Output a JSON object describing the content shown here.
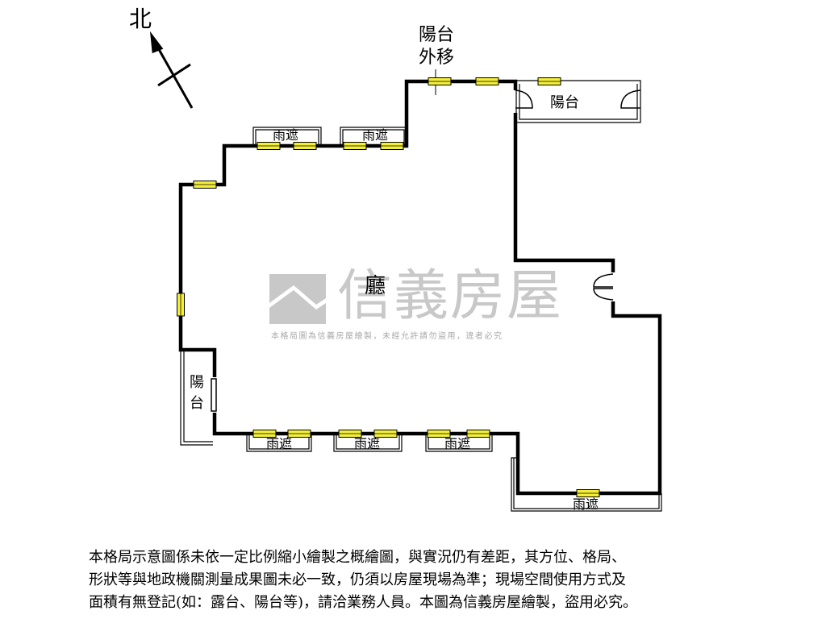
{
  "compass": {
    "label": "北"
  },
  "rooms": {
    "hall": "廳",
    "balcony_top": "陽台",
    "balcony_left": "陽台",
    "balcony_moved": [
      "陽台",
      "外移"
    ],
    "canopy": "雨遮"
  },
  "watermark": {
    "brand": "信義房屋",
    "note": "本格局圖為信義房屋繪製，未經允許請勿盜用，違者必究"
  },
  "disclaimer": [
    "本格局示意圖係未依一定比例縮小繪製之概繪圖，與實況仍有差距，其方位、格局、",
    "形狀等與地政機關測量成果圖未必一致，仍須以房屋現場為準；現場空間使用方式及",
    "面積有無登記(如：露台、陽台等)，請洽業務人員。本圖為信義房屋繪製，盜用必究。"
  ],
  "colors": {
    "wall": "#000000",
    "window_fill": "#f2ee3a",
    "watermark": "#c8c8c8"
  }
}
